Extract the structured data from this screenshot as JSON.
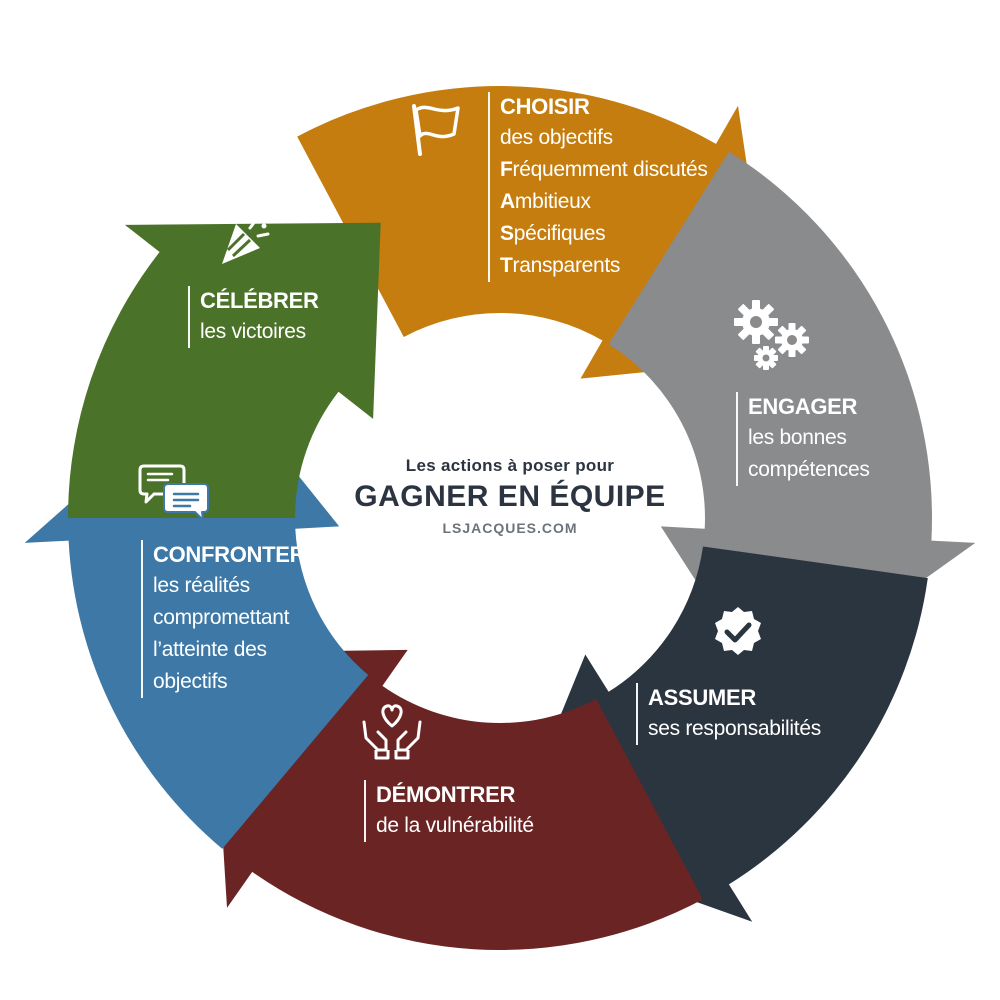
{
  "center": {
    "pre": "Les actions à poser pour",
    "main": "GAGNER EN ÉQUIPE",
    "site": "LSJACQUES.COM"
  },
  "colors": {
    "choisir": "#c47d0e",
    "engager": "#8a8b8c",
    "assumer": "#2b3540",
    "demontrer": "#6a2424",
    "confronter": "#3d78a6",
    "celebrer": "#4a7229"
  },
  "segments": {
    "choisir": {
      "icon": "flag-icon",
      "title": "CHOISIR",
      "lines": [
        {
          "initial": "",
          "rest": "des objectifs"
        },
        {
          "initial": "F",
          "rest": "réquemment discutés"
        },
        {
          "initial": "A",
          "rest": "mbitieux"
        },
        {
          "initial": "S",
          "rest": "pécifiques"
        },
        {
          "initial": "T",
          "rest": "ransparents"
        }
      ]
    },
    "engager": {
      "icon": "gears-icon",
      "title": "ENGAGER",
      "lines": [
        "les bonnes",
        "compétences"
      ]
    },
    "assumer": {
      "icon": "badge-check-icon",
      "title": "ASSUMER",
      "lines": [
        "ses responsabilités"
      ]
    },
    "demontrer": {
      "icon": "hands-heart-icon",
      "title": "DÉMONTRER",
      "lines": [
        "de la vulnérabilité"
      ]
    },
    "confronter": {
      "icon": "chat-bubbles-icon",
      "title": "CONFRONTER",
      "lines": [
        "les réalités",
        "compromettant",
        "l’atteinte des",
        "objectifs"
      ]
    },
    "celebrer": {
      "icon": "party-popper-icon",
      "title": "CÉLÉBRER",
      "lines": [
        "les victoires"
      ]
    }
  }
}
